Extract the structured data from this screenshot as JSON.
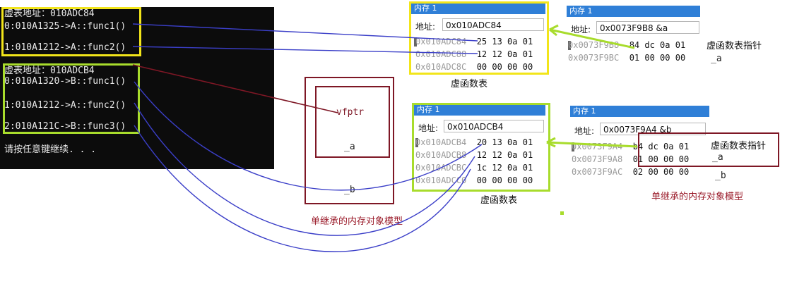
{
  "console": {
    "lines": [
      "虚表地址：010ADC84",
      "0:010A1325->A::func1()",
      "1:010A1212->A::func2()",
      "虚表地址：010ADCB4",
      "0:010A1320->B::func1()",
      "1:010A1212->A::func2()",
      "2:010A121C->B::func3()",
      "请按任意键继续. . ."
    ]
  },
  "object_model_a": {
    "ptr_label": "vfptr",
    "member_a": "_a",
    "member_b": "_b",
    "caption": "单继承的内存对象模型"
  },
  "mem1": {
    "title": "内存 1",
    "addr_label": "地址:",
    "addr_value": "0x010ADC84",
    "rows": [
      {
        "addr": "0x010ADC84",
        "bytes": "25 13 0a 01"
      },
      {
        "addr": "0x010ADC88",
        "bytes": "12 12 0a 01"
      },
      {
        "addr": "0x010ADC8C",
        "bytes": "00 00 00 00"
      }
    ],
    "caption": "虚函数表"
  },
  "mem2": {
    "title": "内存 1",
    "addr_label": "地址:",
    "addr_value": "0x0073F9B8  &a",
    "rows": [
      {
        "addr": "0x0073F9B8",
        "bytes": "84 dc 0a 01"
      },
      {
        "addr": "0x0073F9BC",
        "bytes": "01 00 00 00"
      }
    ],
    "note1": "虚函数表指针",
    "note2": "_a"
  },
  "mem3": {
    "title": "内存 1",
    "addr_label": "地址:",
    "addr_value": "0x010ADCB4",
    "rows": [
      {
        "addr": "0x010ADCB4",
        "bytes": "20 13 0a 01"
      },
      {
        "addr": "0x010ADCB8",
        "bytes": "12 12 0a 01"
      },
      {
        "addr": "0x010ADCBC",
        "bytes": "1c 12 0a 01"
      },
      {
        "addr": "0x010ADCC0",
        "bytes": "00 00 00 00"
      }
    ],
    "caption": "虚函数表"
  },
  "mem4": {
    "title": "内存 1",
    "addr_label": "地址:",
    "addr_value": "0x0073F9A4  &b",
    "rows": [
      {
        "addr": "0x0073F9A4",
        "bytes": "b4 dc 0a 01"
      },
      {
        "addr": "0x0073F9A8",
        "bytes": "01 00 00 00"
      },
      {
        "addr": "0x0073F9AC",
        "bytes": "02 00 00 00"
      }
    ],
    "note1": "虚函数表指针",
    "note2": "_a",
    "note3": "_b",
    "caption": "单继承的内存对象模型"
  },
  "colors": {
    "yellow": "#f2e51a",
    "green": "#a8dc2c",
    "maroon": "#7e1725",
    "blue_line": "#3b3fc8",
    "title_blue": "#2f7fd7"
  }
}
